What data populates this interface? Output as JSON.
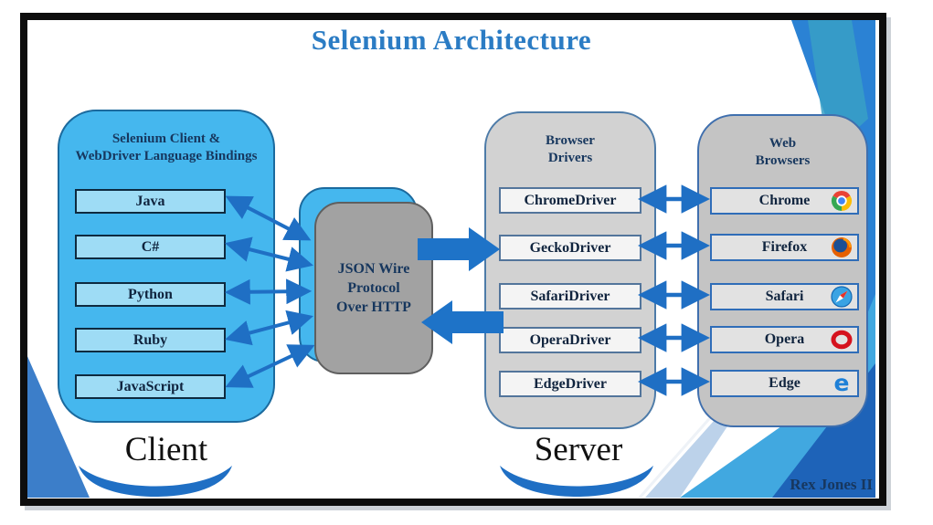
{
  "title": "Selenium Architecture",
  "attribution": "Rex Jones II",
  "client": {
    "header_line1": "Selenium Client &",
    "header_line2": "WebDriver Language Bindings",
    "languages": [
      "Java",
      "C#",
      "Python",
      "Ruby",
      "JavaScript"
    ],
    "caption": "Client"
  },
  "protocol": {
    "line1": "JSON Wire",
    "line2": "Protocol",
    "line3": "Over HTTP"
  },
  "drivers": {
    "header_line1": "Browser",
    "header_line2": "Drivers",
    "items": [
      "ChromeDriver",
      "GeckoDriver",
      "SafariDriver",
      "OperaDriver",
      "EdgeDriver"
    ]
  },
  "browsers": {
    "header_line1": "Web",
    "header_line2": "Browsers",
    "items": [
      {
        "label": "Chrome",
        "icon": "chrome-icon"
      },
      {
        "label": "Firefox",
        "icon": "firefox-icon"
      },
      {
        "label": "Safari",
        "icon": "safari-icon"
      },
      {
        "label": "Opera",
        "icon": "opera-icon"
      },
      {
        "label": "Edge",
        "icon": "edge-icon"
      }
    ],
    "caption": "Server"
  },
  "colors": {
    "title_blue": "#2b7cc4",
    "client_box_fill": "#45b7ee",
    "language_item_fill": "#9edcf5",
    "protocol_box_fill": "#a2a2a2",
    "drivers_box_fill": "#d2d2d2",
    "driver_item_fill": "#f4f4f4",
    "browsers_box_fill": "#c4c4c4",
    "browser_item_fill": "#e2e2e2",
    "arrow_blue": "#1f6fc4",
    "header_navy": "#17375e"
  }
}
